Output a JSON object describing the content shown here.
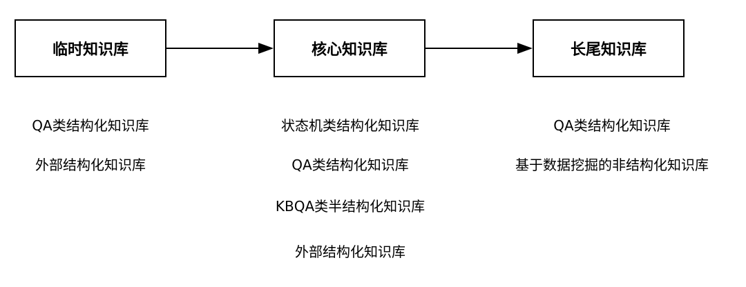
{
  "stages": [
    {
      "title": "临时知识库",
      "items": [
        "QA类结构化知识库",
        "外部结构化知识库"
      ]
    },
    {
      "title": "核心知识库",
      "items": [
        "状态机类结构化知识库",
        "QA类结构化知识库",
        "KBQA类半结构化知识库",
        "外部结构化知识库"
      ]
    },
    {
      "title": "长尾知识库",
      "items": [
        "QA类结构化知识库",
        "基于数据挖掘的非结构化知识库"
      ]
    }
  ],
  "colors": {
    "line": "#000000",
    "background": "#ffffff",
    "text": "#000000"
  }
}
